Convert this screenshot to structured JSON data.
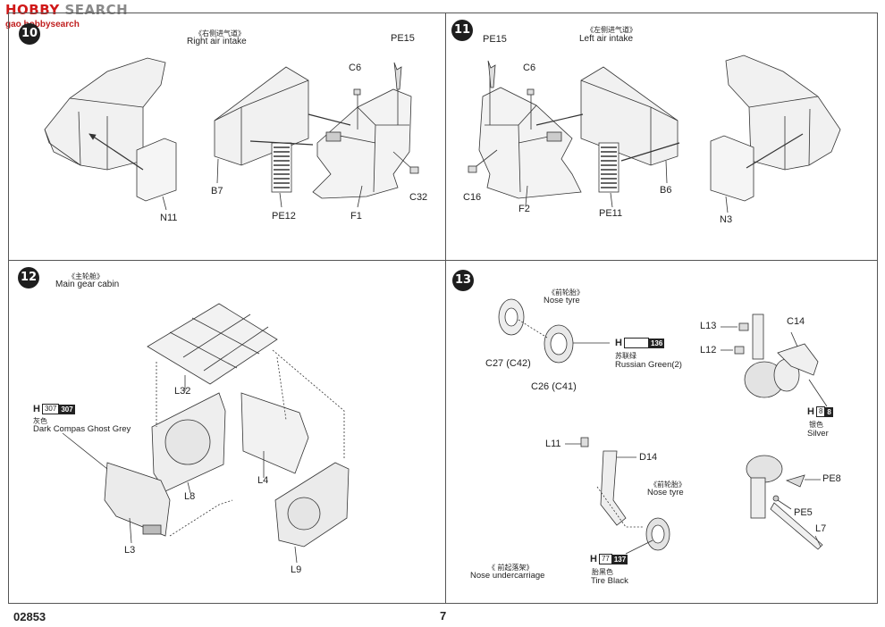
{
  "watermark": {
    "hobby": "HOBBY",
    "search": "SEARCH",
    "site": "gao.hobbysearch"
  },
  "footer": {
    "code": "02853",
    "page": "7"
  },
  "step10": {
    "num": "10",
    "cn": "《右侧进气道》",
    "title": "Right air intake",
    "parts": {
      "pe15": "PE15",
      "c6": "C6",
      "b7": "B7",
      "pe12": "PE12",
      "f1": "F1",
      "c32": "C32",
      "n11": "N11"
    }
  },
  "step11": {
    "num": "11",
    "cn": "《左侧进气道》",
    "title": "Left air intake",
    "parts": {
      "pe15": "PE15",
      "c6": "C6",
      "c16": "C16",
      "f2": "F2",
      "pe11": "PE11",
      "b6": "B6",
      "n3": "N3"
    }
  },
  "step12": {
    "num": "12",
    "cn": "《主轮舱》",
    "title": "Main gear cabin",
    "parts": {
      "l32": "L32",
      "l8": "L8",
      "l4": "L4",
      "l3": "L3",
      "l9": "L9"
    },
    "paint": {
      "h": "H",
      "a": "307",
      "b": "307",
      "cn": "灰色",
      "name": "Dark Compas Ghost Grey"
    }
  },
  "step13": {
    "num": "13",
    "nose_tyre_cn": "《前轮胎》",
    "nose_tyre": "Nose tyre",
    "nose_tyre2_cn": "《前轮胎》",
    "nose_tyre2": "Nose tyre",
    "undercarriage_cn": "《 前起落架》",
    "undercarriage": "Nose undercarriage",
    "parts": {
      "c27": "C27 (C42)",
      "c26": "C26 (C41)",
      "l13": "L13",
      "l12": "L12",
      "c14": "C14",
      "l11": "L11",
      "d14": "D14",
      "pe8": "PE8",
      "pe5": "PE5",
      "l7": "L7"
    },
    "paint_green": {
      "h": "H",
      "a": "",
      "b": "136",
      "cn": "苏联绿",
      "name": "Russian Green(2)"
    },
    "paint_silver": {
      "h": "H",
      "a": "8",
      "b": "8",
      "cn": "银色",
      "name": "Silver"
    },
    "paint_black": {
      "h": "H",
      "a": "77",
      "b": "137",
      "cn": "胎黑色",
      "name": "Tire Black"
    }
  }
}
